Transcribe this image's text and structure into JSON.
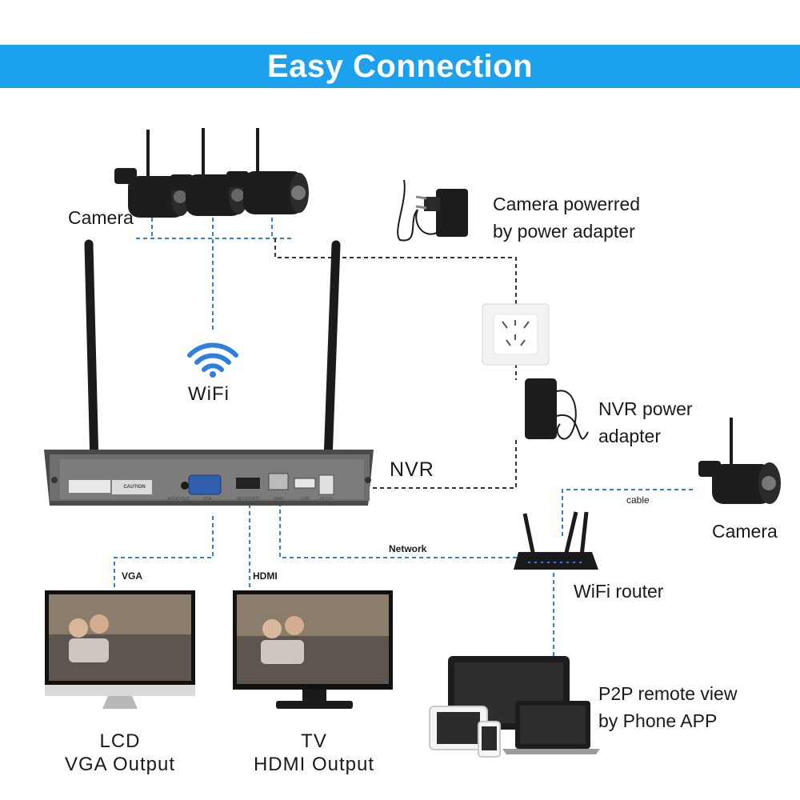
{
  "header": {
    "title": "Easy Connection"
  },
  "labels": {
    "camera_top": "Camera",
    "camera_power": [
      "Camera powerred",
      "by power adapter"
    ],
    "wifi": "WiFi",
    "nvr_power": [
      "NVR power",
      "adapter"
    ],
    "nvr": "NVR",
    "cable": "cable",
    "camera_right": "Camera",
    "network": "Network",
    "wifi_router": "WiFi router",
    "vga": "VGA",
    "hdmi": "HDMI",
    "p2p": [
      "P2P remote view",
      "by Phone APP"
    ],
    "lcd": [
      "LCD",
      "VGA Output"
    ],
    "tv": [
      "TV",
      "HDMI Output"
    ]
  },
  "nvr_panel": {
    "caution": "CAUTION",
    "ports": [
      "AUDIO OUT",
      "VGA",
      "HD OUTPUT",
      "WAN",
      "USB",
      "DC12V"
    ]
  },
  "colors": {
    "banner": "#1ca1ee",
    "wifi_link": "#2f7fe0",
    "power_link": "#333333",
    "device": "#1d1d1d"
  },
  "icons": [
    "wifi-icon",
    "camera-icon",
    "power-adapter-icon",
    "wall-socket-icon",
    "router-icon",
    "monitor-icon",
    "laptop-icon",
    "tablet-icon",
    "phone-icon"
  ]
}
